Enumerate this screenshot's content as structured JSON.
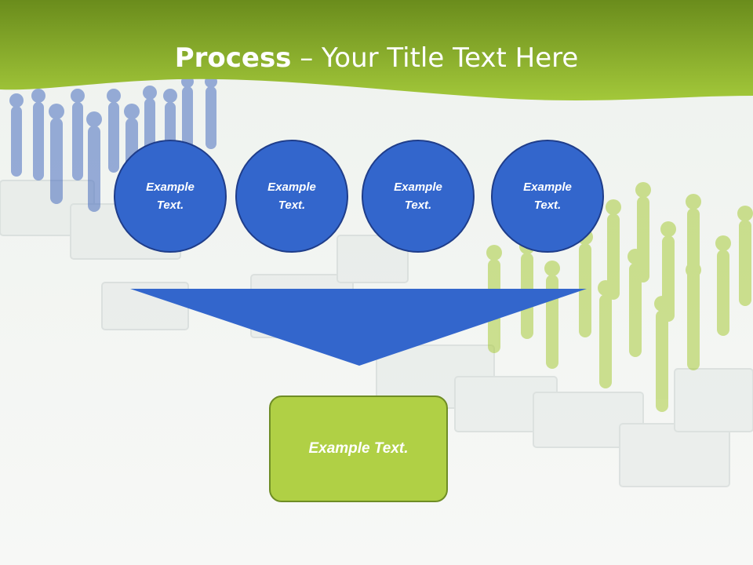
{
  "slide": {
    "title_bold": "Process",
    "title_rest": " – Your Title Text Here"
  },
  "steps": [
    {
      "label": "Example Text."
    },
    {
      "label": "Example Text."
    },
    {
      "label": "Example Text."
    },
    {
      "label": "Example Text."
    }
  ],
  "result": {
    "label": "Example Text."
  },
  "colors": {
    "header_green": "#8fb82a",
    "circle_blue": "#3366cc",
    "funnel_blue": "#3366cc",
    "box_green": "#b0d045"
  }
}
